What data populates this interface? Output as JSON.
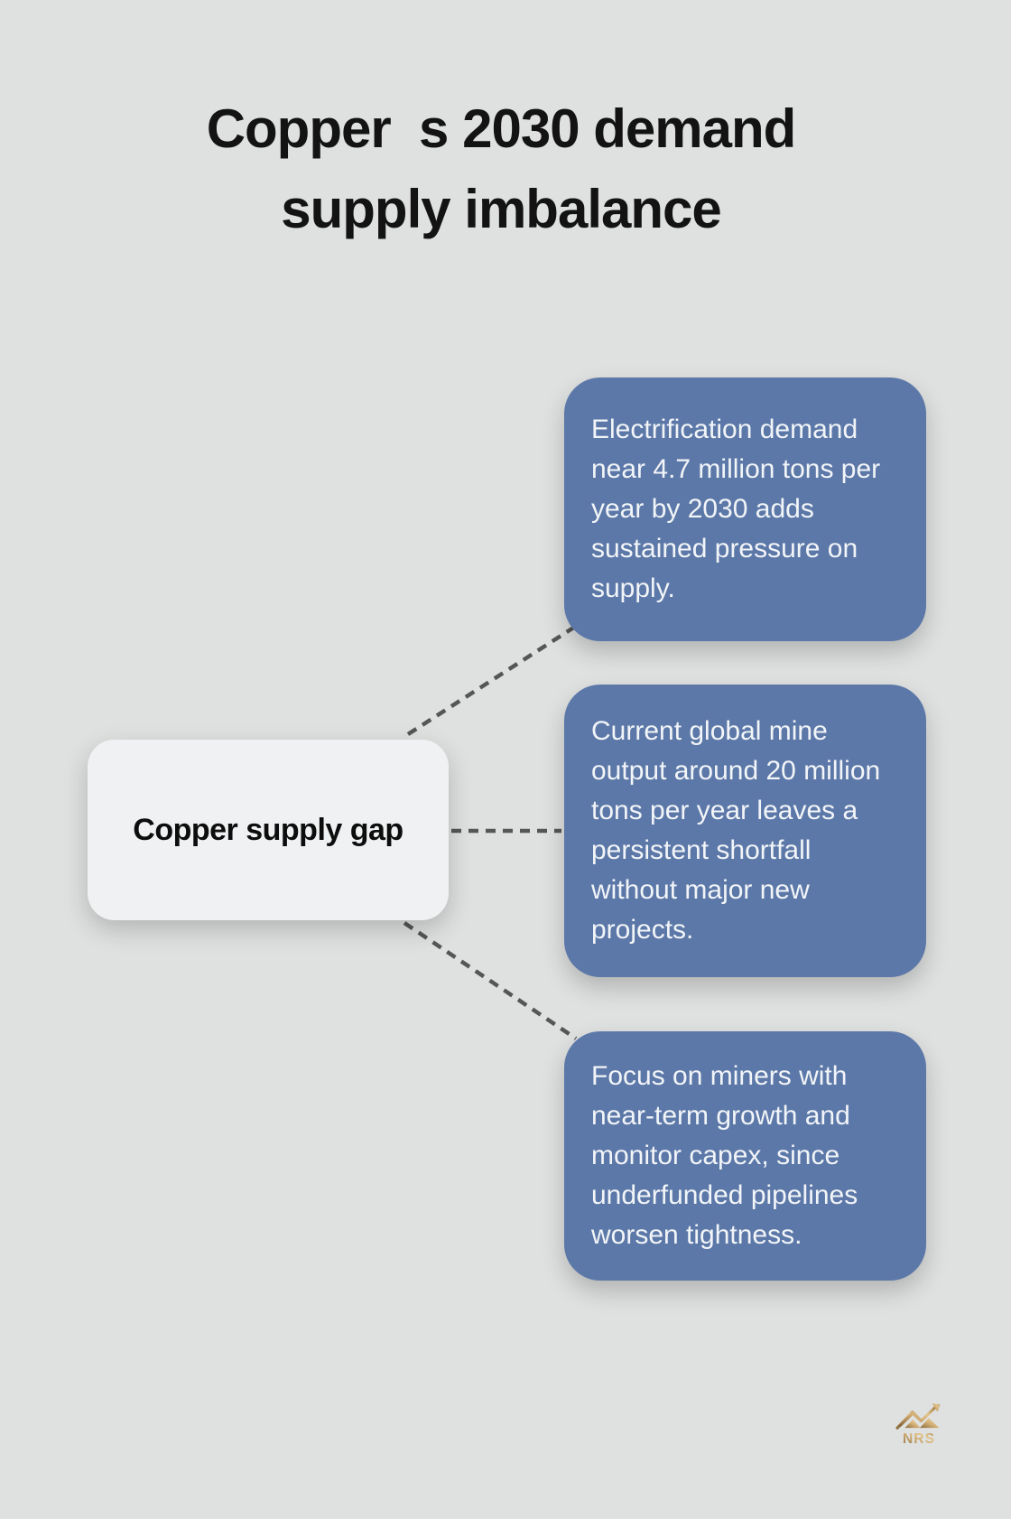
{
  "title": {
    "lines": [
      "Copper  s 2030 demand",
      "supply imbalance"
    ]
  },
  "center_node": {
    "label": "Copper supply gap"
  },
  "branches": [
    {
      "text": "Electrification demand near 4.7 million tons per year by 2030 adds sustained pressure on supply."
    },
    {
      "text": "Current global mine output around 20 million tons per year leaves a persistent shortfall without major new projects."
    },
    {
      "text": "Focus on miners with near-term growth and monitor capex, since underfunded pipelines worsen tightness."
    }
  ],
  "logo": {
    "text": "NRS"
  },
  "icons": {
    "logo_icon": "mountain-growth-arrow-icon"
  },
  "colors": {
    "background": "#dfe1e0",
    "node_background": "#eff1f2",
    "branch_background": "#5c78a8",
    "branch_text": "#f2f5f8",
    "title_text": "#131313",
    "connector": "#565656",
    "logo_gold": "#b3905a"
  }
}
